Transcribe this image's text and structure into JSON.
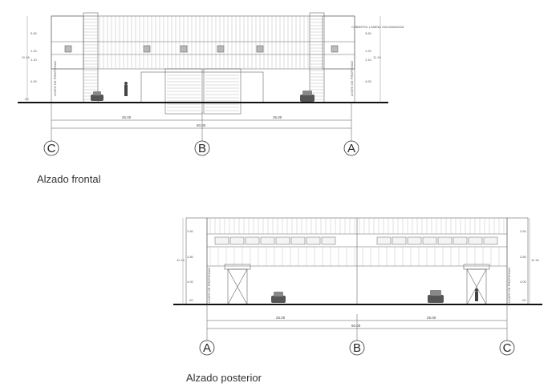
{
  "drawings": [
    {
      "caption": "Alzado frontal",
      "axes": [
        "C",
        "B",
        "A"
      ],
      "overall_dimension": "50.00",
      "partial_dimensions": [
        "25.00",
        "25.00"
      ],
      "height_total": "11.16",
      "levels_left": [
        "3.60",
        "1.20",
        "1.10",
        "4.00"
      ],
      "levels_right": [
        "3.60",
        "1.20",
        "1.10",
        "4.00"
      ],
      "ground_label": ".00",
      "property_line_label": "LIMITE DE PROPIEDAD",
      "note": "CUBIERTA: LAMINA GALVANIZADA"
    },
    {
      "caption": "Alzado posterior",
      "axes": [
        "A",
        "B",
        "C"
      ],
      "overall_dimension": "50.00",
      "partial_dimensions": [
        "25.00",
        "25.00"
      ],
      "height_total": "11.16",
      "levels_left": [
        "2.60",
        "2.80",
        "4.00"
      ],
      "levels_right": [
        "2.60",
        "2.80",
        "4.00"
      ],
      "ground_label": ".00",
      "property_line_label": "LIMITE DE PROPIEDAD"
    }
  ]
}
